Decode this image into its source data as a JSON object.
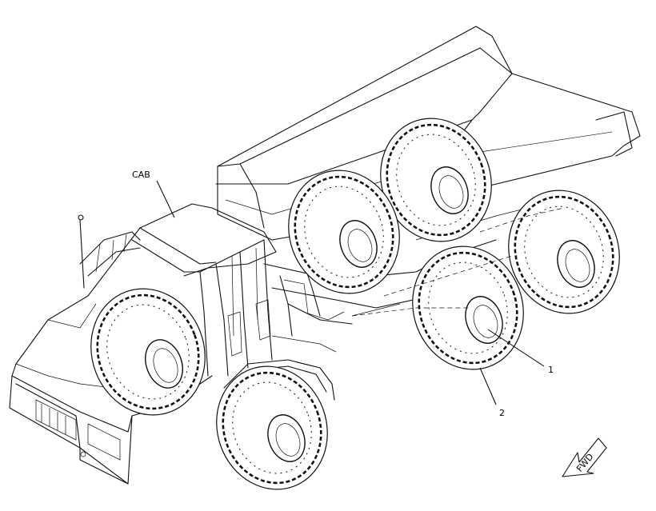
{
  "diagram": {
    "labels": {
      "cab": "CAB",
      "callout_1": "1",
      "callout_2": "2",
      "fwd": "FWD"
    }
  }
}
